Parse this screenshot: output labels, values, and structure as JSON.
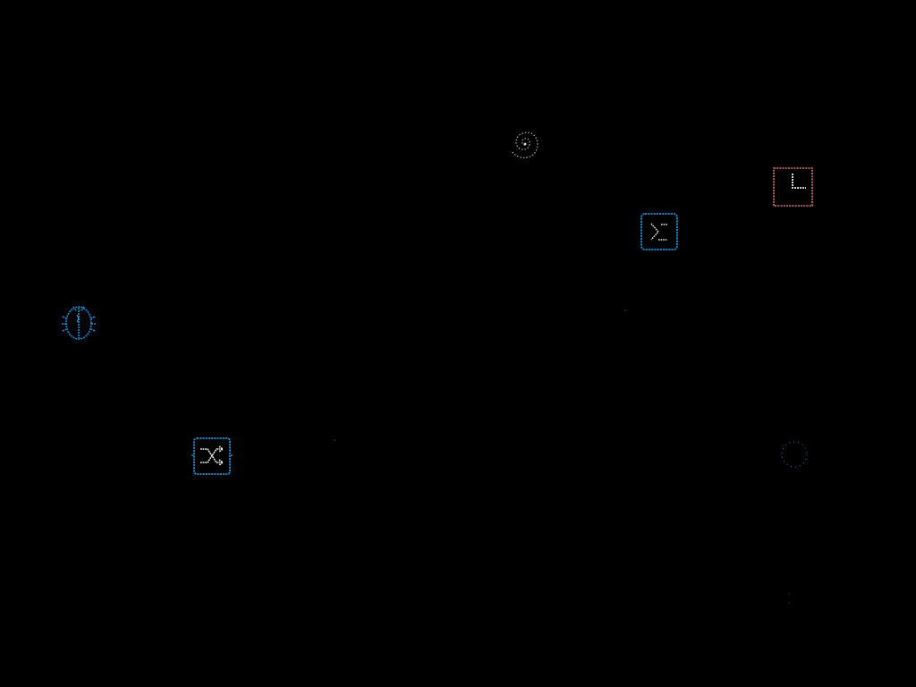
{
  "screen": {
    "background": "#000000"
  },
  "colors": {
    "blue": "#1a8fd6",
    "pink": "#d9777a",
    "white": "#e8e8e8",
    "dim": "#3a3a3a"
  },
  "icons": [
    {
      "id": "spiral",
      "icon": "spiral-icon",
      "stroke": "#e8e8e8"
    },
    {
      "id": "corner",
      "icon": "corner-bracket-icon",
      "frame": "#d9777a",
      "stroke": "#e8e8e8"
    },
    {
      "id": "sigma",
      "icon": "sigma-icon",
      "frame": "#1a8fd6",
      "stroke": "#e8e8e8"
    },
    {
      "id": "bug",
      "icon": "bug-icon",
      "stroke": "#1a8fd6"
    },
    {
      "id": "shuffle",
      "icon": "shuffle-icon",
      "frame": "#1a8fd6",
      "stroke": "#e8e8e8"
    },
    {
      "id": "dot",
      "icon": "dotted-circle-icon",
      "stroke": "#1a8fd6"
    }
  ]
}
